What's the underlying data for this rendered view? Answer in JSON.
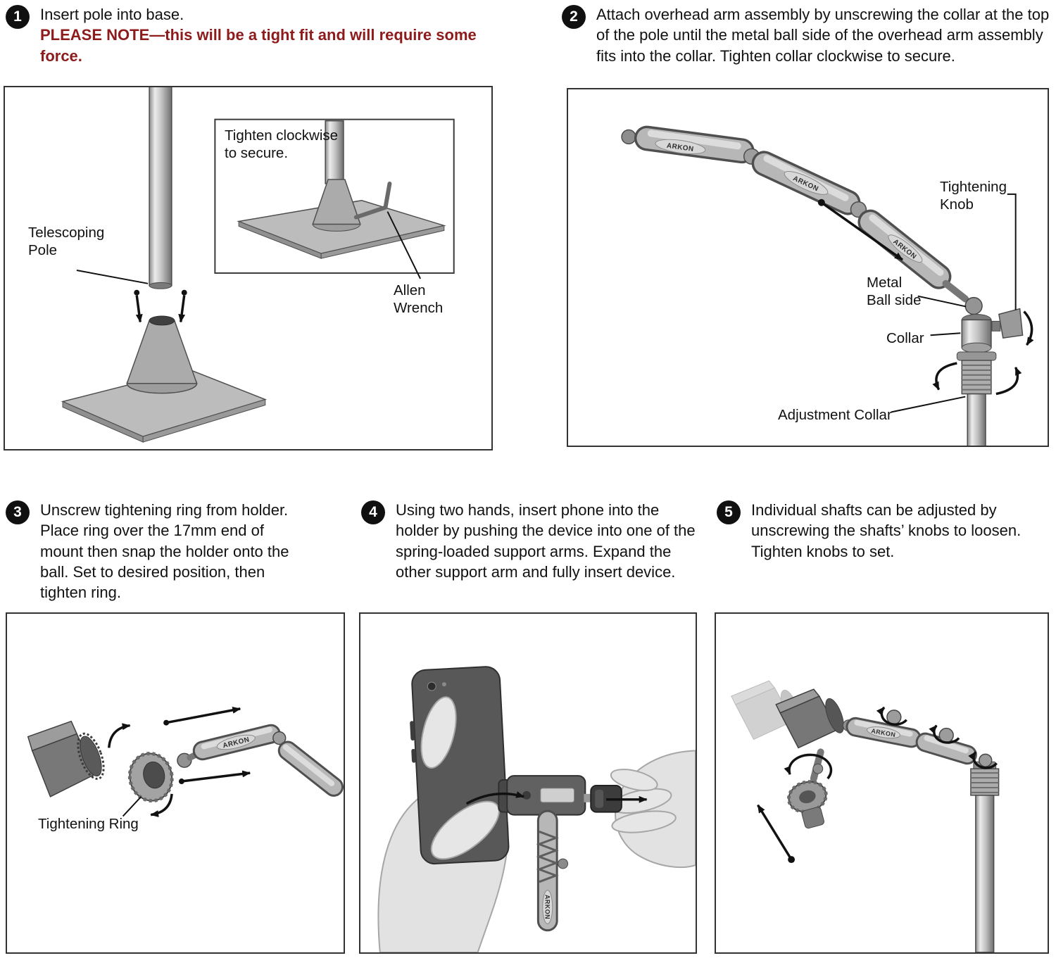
{
  "brand": "ARKON",
  "steps": {
    "s1": {
      "number": "1",
      "text": "Insert pole into base.",
      "note": "PLEASE NOTE—this will be a tight fit and will require some force.",
      "labels": {
        "telescoping_pole": "Telescoping\nPole",
        "inset_caption": "Tighten clockwise\nto secure.",
        "allen_wrench": "Allen\nWrench"
      }
    },
    "s2": {
      "number": "2",
      "text": "Attach overhead arm assembly by unscrewing the collar at the top of the pole until the metal ball side of the overhead arm assembly fits into the collar. Tighten collar clockwise to secure.",
      "labels": {
        "tightening_knob": "Tightening\nKnob",
        "metal_ball_side": "Metal\nBall side",
        "collar": "Collar",
        "adjustment_collar": "Adjustment Collar"
      }
    },
    "s3": {
      "number": "3",
      "text": "Unscrew tightening ring from holder. Place ring over the 17mm end of mount then snap the holder onto the ball. Set to desired position, then tighten ring.",
      "labels": {
        "tightening_ring": "Tightening Ring"
      }
    },
    "s4": {
      "number": "4",
      "text": "Using two hands, insert phone into the holder by pushing the device into one of the spring-loaded support arms. Expand the other support arm and fully insert device."
    },
    "s5": {
      "number": "5",
      "text": "Individual shafts can be adjusted by unscrewing the shafts’ knobs to loosen. Tighten knobs to set."
    }
  }
}
